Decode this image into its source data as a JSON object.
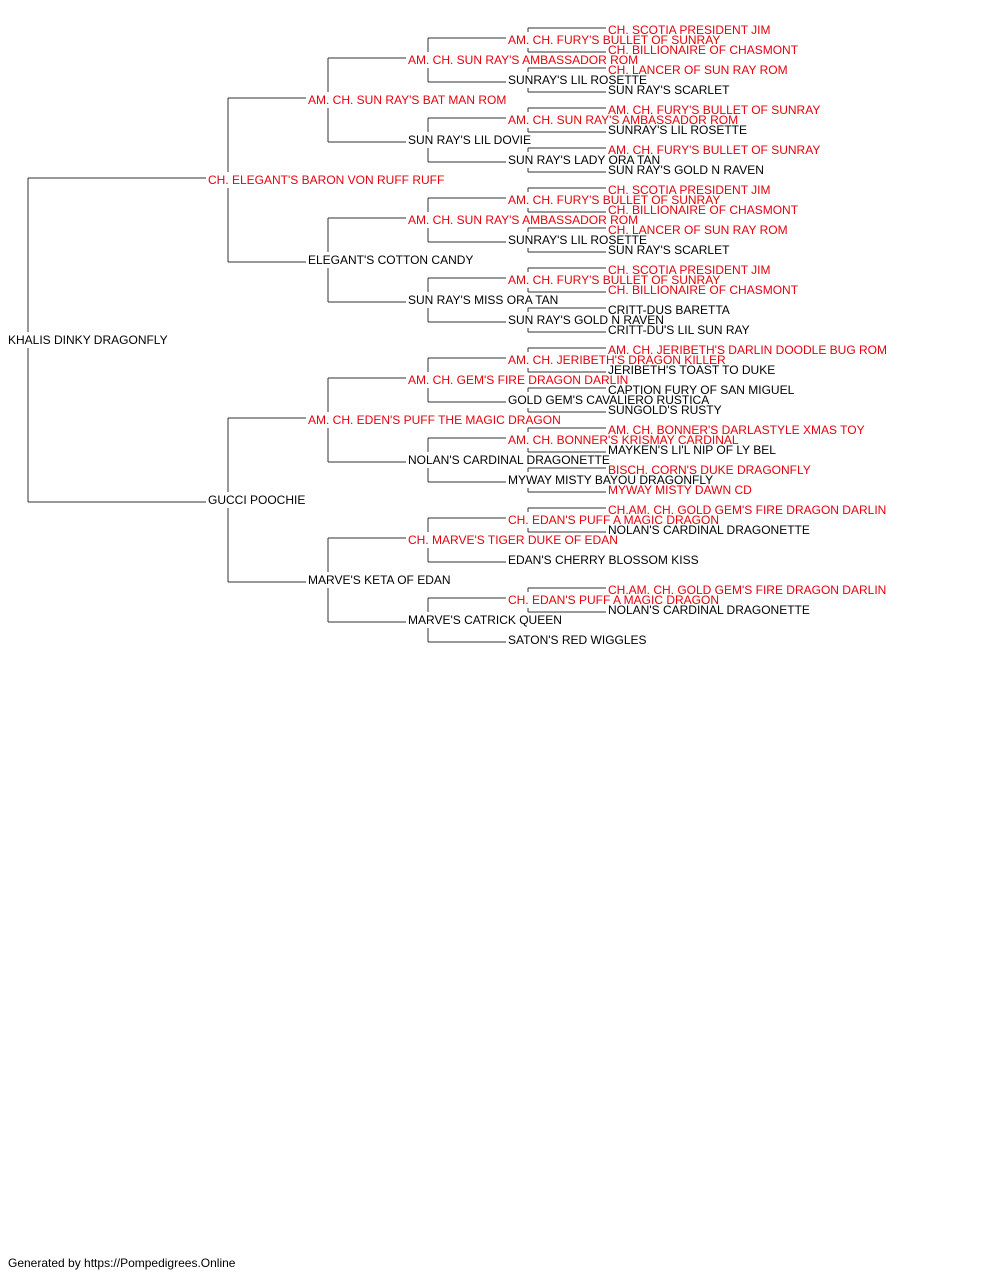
{
  "colors": {
    "champion": "#e8000d",
    "normal": "#000000",
    "line": "#333333"
  },
  "footer": "Generated by https://Pompedigrees.Online",
  "pedigree": {
    "name": "KHALIS DINKY DRAGONFLY",
    "champion": false,
    "sire": {
      "name": "CH. ELEGANT'S BARON VON RUFF RUFF",
      "champion": true,
      "sire": {
        "name": "AM. CH. SUN RAY'S BAT MAN ROM",
        "champion": true,
        "sire": {
          "name": "AM. CH. SUN RAY'S AMBASSADOR ROM",
          "champion": true,
          "sire": {
            "name": "AM. CH. FURY'S BULLET OF SUNRAY",
            "champion": true,
            "sire": {
              "name": "CH. SCOTIA PRESIDENT JIM",
              "champion": true
            },
            "dam": {
              "name": "CH. BILLIONAIRE OF CHASMONT",
              "champion": true
            }
          },
          "dam": {
            "name": "SUNRAY'S LIL ROSETTE",
            "champion": false,
            "sire": {
              "name": "CH. LANCER OF SUN RAY ROM",
              "champion": true
            },
            "dam": {
              "name": "SUN RAY'S SCARLET",
              "champion": false
            }
          }
        },
        "dam": {
          "name": "SUN RAY'S LIL DOVIE",
          "champion": false,
          "sire": {
            "name": "AM. CH. SUN RAY'S AMBASSADOR ROM",
            "champion": true,
            "sire": {
              "name": "AM. CH. FURY'S BULLET OF SUNRAY",
              "champion": true
            },
            "dam": {
              "name": "SUNRAY'S LIL ROSETTE",
              "champion": false
            }
          },
          "dam": {
            "name": "SUN RAY'S LADY ORA TAN",
            "champion": false,
            "sire": {
              "name": "AM. CH. FURY'S BULLET OF SUNRAY",
              "champion": true
            },
            "dam": {
              "name": "SUN RAY'S GOLD N RAVEN",
              "champion": false
            }
          }
        }
      },
      "dam": {
        "name": "ELEGANT'S COTTON CANDY",
        "champion": false,
        "sire": {
          "name": "AM. CH. SUN RAY'S AMBASSADOR ROM",
          "champion": true,
          "sire": {
            "name": "AM. CH. FURY'S BULLET OF SUNRAY",
            "champion": true,
            "sire": {
              "name": "CH. SCOTIA PRESIDENT JIM",
              "champion": true
            },
            "dam": {
              "name": "CH. BILLIONAIRE OF CHASMONT",
              "champion": true
            }
          },
          "dam": {
            "name": "SUNRAY'S LIL ROSETTE",
            "champion": false,
            "sire": {
              "name": "CH. LANCER OF SUN RAY ROM",
              "champion": true
            },
            "dam": {
              "name": "SUN RAY'S SCARLET",
              "champion": false
            }
          }
        },
        "dam": {
          "name": "SUN RAY'S MISS ORA TAN",
          "champion": false,
          "sire": {
            "name": "AM. CH. FURY'S BULLET OF SUNRAY",
            "champion": true,
            "sire": {
              "name": "CH. SCOTIA PRESIDENT JIM",
              "champion": true
            },
            "dam": {
              "name": "CH. BILLIONAIRE OF CHASMONT",
              "champion": true
            }
          },
          "dam": {
            "name": "SUN RAY'S GOLD N RAVEN",
            "champion": false,
            "sire": {
              "name": "CRITT-DUS BARETTA",
              "champion": false
            },
            "dam": {
              "name": "CRITT-DU'S LIL SUN RAY",
              "champion": false
            }
          }
        }
      }
    },
    "dam": {
      "name": "GUCCI POOCHIE",
      "champion": false,
      "sire": {
        "name": "AM. CH. EDEN'S PUFF THE MAGIC DRAGON",
        "champion": true,
        "sire": {
          "name": "AM. CH. GEM'S FIRE DRAGON DARLIN",
          "champion": true,
          "sire": {
            "name": "AM. CH. JERIBETH'S DRAGON KILLER",
            "champion": true,
            "sire": {
              "name": "AM. CH. JERIBETH'S DARLIN DOODLE BUG ROM",
              "champion": true
            },
            "dam": {
              "name": "JERIBETH'S TOAST TO DUKE",
              "champion": false
            }
          },
          "dam": {
            "name": "GOLD GEM'S CAVALIERO RUSTICA",
            "champion": false,
            "sire": {
              "name": "CAPTION FURY OF SAN MIGUEL",
              "champion": false
            },
            "dam": {
              "name": "SUNGOLD'S RUSTY",
              "champion": false
            }
          }
        },
        "dam": {
          "name": "NOLAN'S CARDINAL DRAGONETTE",
          "champion": false,
          "sire": {
            "name": "AM. CH. BONNER'S KRISMAY CARDINAL",
            "champion": true,
            "sire": {
              "name": "AM. CH. BONNER'S DARLASTYLE XMAS TOY",
              "champion": true
            },
            "dam": {
              "name": "MAYKEN'S LI'L NIP OF LY BEL",
              "champion": false
            }
          },
          "dam": {
            "name": "MYWAY MISTY BAYOU DRAGONFLY",
            "champion": false,
            "sire": {
              "name": "BISCH. CORN'S DUKE DRAGONFLY",
              "champion": true
            },
            "dam": {
              "name": "MYWAY MISTY DAWN CD",
              "champion": true
            }
          }
        }
      },
      "dam": {
        "name": "MARVE'S KETA OF EDAN",
        "champion": false,
        "sire": {
          "name": "CH. MARVE'S TIGER DUKE OF EDAN",
          "champion": true,
          "sire": {
            "name": "CH. EDAN'S PUFF A MAGIC DRAGON",
            "champion": true,
            "sire": {
              "name": "CH.AM. CH. GOLD GEM'S FIRE DRAGON DARLIN",
              "champion": true
            },
            "dam": {
              "name": "NOLAN'S CARDINAL DRAGONETTE",
              "champion": false
            }
          },
          "dam": {
            "name": "EDAN'S CHERRY BLOSSOM KISS",
            "champion": false
          }
        },
        "dam": {
          "name": "MARVE'S CATRICK QUEEN",
          "champion": false,
          "sire": {
            "name": "CH. EDAN'S PUFF A MAGIC DRAGON",
            "champion": true,
            "sire": {
              "name": "CH.AM. CH. GOLD GEM'S FIRE DRAGON DARLIN",
              "champion": true
            },
            "dam": {
              "name": "NOLAN'S CARDINAL DRAGONETTE",
              "champion": false
            }
          },
          "dam": {
            "name": "SATON'S RED WIGGLES",
            "champion": false
          }
        }
      }
    }
  }
}
